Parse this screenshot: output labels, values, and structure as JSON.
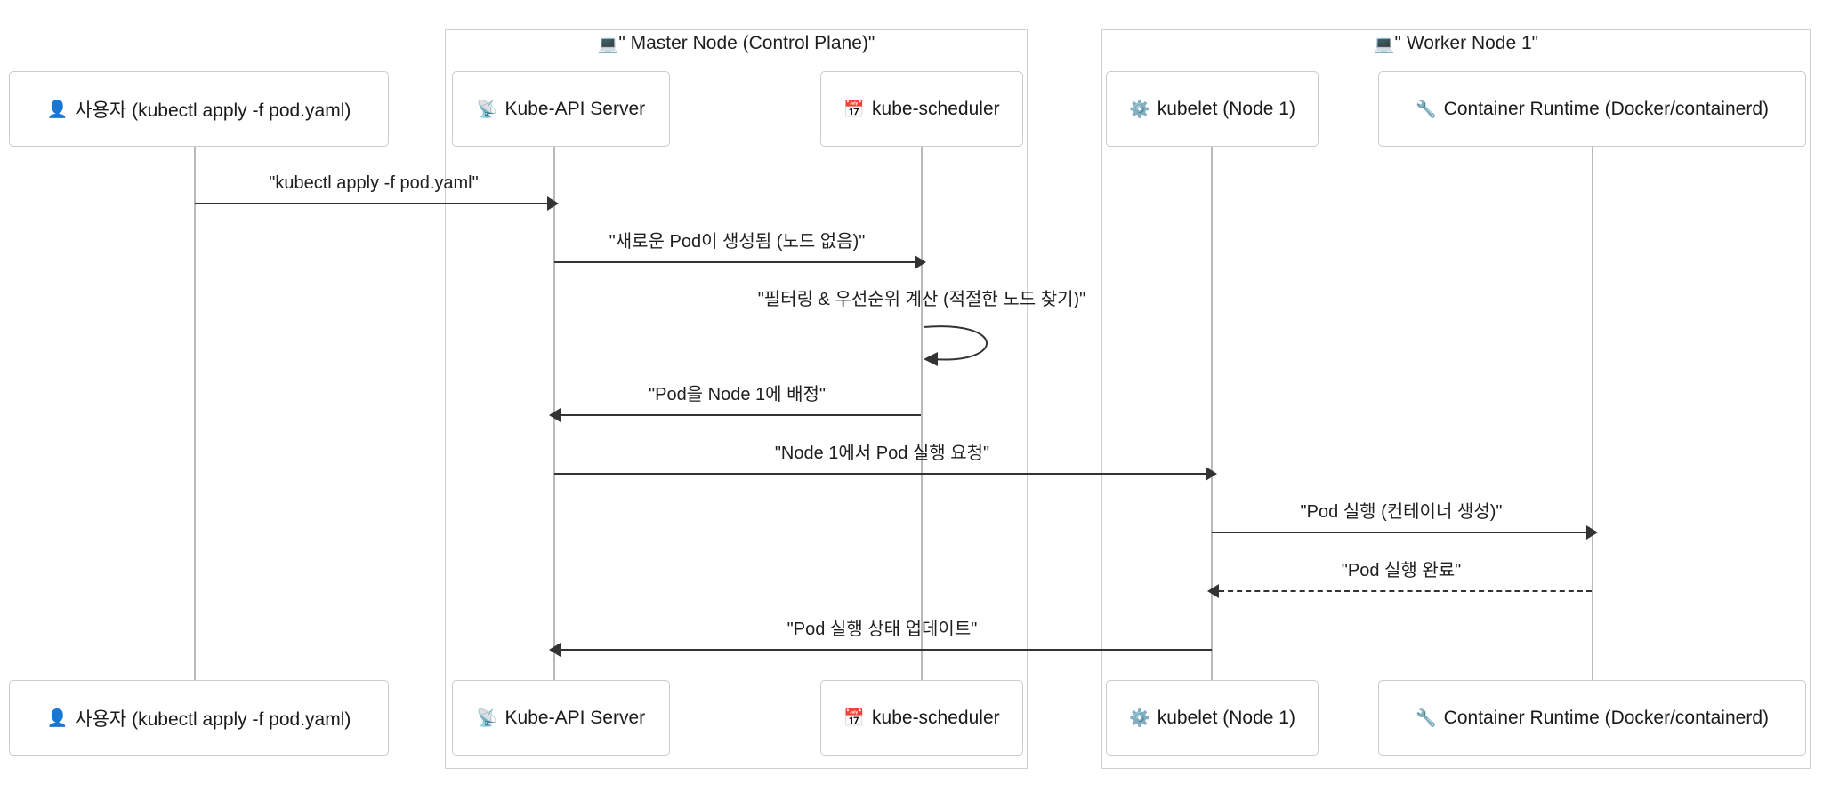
{
  "diagram": {
    "type": "sequence",
    "title": "Kubernetes Pod scheduling sequence"
  },
  "groups": [
    {
      "id": "master-node",
      "label": "\"🖥️ Master Node (Control Plane)\"",
      "emoji": "🖥️",
      "text": "\" Master Node (Control Plane)\""
    },
    {
      "id": "worker-node",
      "label": "\"🖥️ Worker Node 1\"",
      "emoji": "🖥️",
      "text": "\" Worker Node 1\""
    }
  ],
  "participants": [
    {
      "id": "user",
      "emoji": "👤",
      "label": "사용자 (kubectl apply -f pod.yaml)",
      "icon_name": "user-icon"
    },
    {
      "id": "apiserver",
      "emoji": "📡",
      "label": "Kube-API Server",
      "icon_name": "satellite-antenna-icon"
    },
    {
      "id": "scheduler",
      "emoji": "📅",
      "label": "kube-scheduler",
      "icon_name": "calendar-icon"
    },
    {
      "id": "kubelet",
      "emoji": "⚙️",
      "label": "kubelet (Node 1)",
      "icon_name": "gear-icon"
    },
    {
      "id": "runtime",
      "emoji": "🔧",
      "label": "Container Runtime (Docker/containerd)",
      "icon_name": "wrench-icon"
    }
  ],
  "messages": [
    {
      "index": 1,
      "from": "user",
      "to": "apiserver",
      "label": "\"kubectl apply -f pod.yaml\"",
      "style": "solid",
      "direction": "right"
    },
    {
      "index": 2,
      "from": "apiserver",
      "to": "scheduler",
      "label": "\"새로운 Pod이 생성됨 (노드 없음)\"",
      "style": "solid",
      "direction": "right"
    },
    {
      "index": 3,
      "from": "scheduler",
      "to": "scheduler",
      "label": "\"필터링 & 우선순위 계산 (적절한 노드 찾기)\"",
      "style": "solid",
      "direction": "self"
    },
    {
      "index": 4,
      "from": "scheduler",
      "to": "apiserver",
      "label": "\"Pod을 Node 1에 배정\"",
      "style": "solid",
      "direction": "left"
    },
    {
      "index": 5,
      "from": "apiserver",
      "to": "kubelet",
      "label": "\"Node 1에서 Pod 실행 요청\"",
      "style": "solid",
      "direction": "right"
    },
    {
      "index": 6,
      "from": "kubelet",
      "to": "runtime",
      "label": "\"Pod 실행 (컨테이너 생성)\"",
      "style": "solid",
      "direction": "right"
    },
    {
      "index": 7,
      "from": "runtime",
      "to": "kubelet",
      "label": "\"Pod 실행 완료\"",
      "style": "dashed",
      "direction": "left"
    },
    {
      "index": 8,
      "from": "kubelet",
      "to": "apiserver",
      "label": "\"Pod 실행 상태 업데이트\"",
      "style": "solid",
      "direction": "left"
    }
  ],
  "colors": {
    "background": "#ffffff",
    "lifeline": "#b9b9b9",
    "actor_border": "#cccccc",
    "group_border": "#cfcfcf",
    "arrow": "#333333",
    "text": "#1f1f1f"
  }
}
